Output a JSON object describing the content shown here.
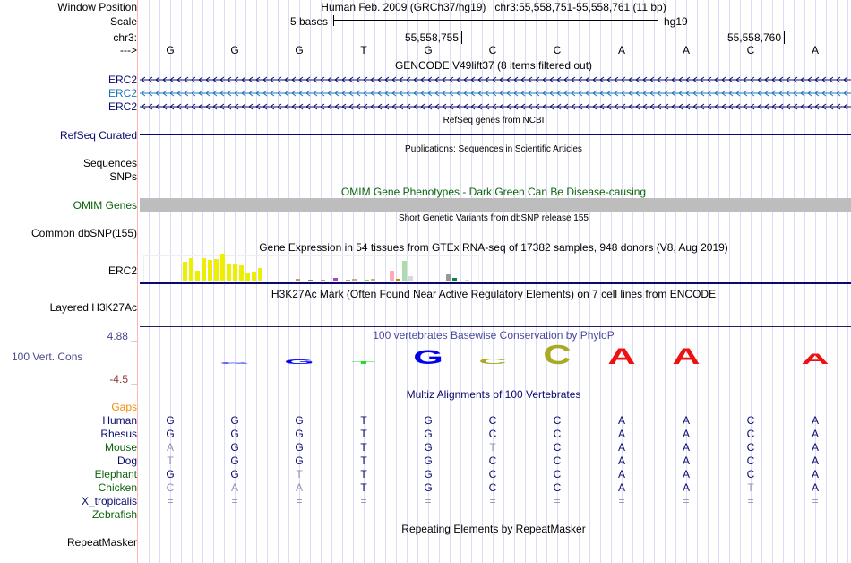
{
  "header": {
    "window_position_label": "Window Position",
    "assembly": "Human Feb. 2009 (GRCh37/hg19)",
    "position": "chr3:55,558,751-55,558,761 (11 bp)",
    "scale_label": "Scale",
    "scale_text": "5 bases",
    "scale_db": "hg19",
    "chrom_label": "chr3:",
    "strand_label": "--->",
    "coord_ticks": [
      "55,558,755",
      "55,558,760"
    ],
    "bases": [
      "G",
      "G",
      "G",
      "T",
      "G",
      "C",
      "C",
      "A",
      "A",
      "C",
      "A"
    ]
  },
  "gencode": {
    "title": "GENCODE V49lift37 (8 items filtered out)",
    "rows": [
      {
        "label": "ERC2",
        "color": "#0a0a6e"
      },
      {
        "label": "ERC2",
        "color": "#1b75bb"
      },
      {
        "label": "ERC2",
        "color": "#0a0a6e"
      }
    ]
  },
  "refseq": {
    "title": "RefSeq genes from NCBI",
    "label": "RefSeq Curated"
  },
  "publications": {
    "title": "Publications: Sequences in Scientific Articles",
    "labels": [
      "Sequences",
      "SNPs"
    ]
  },
  "omim": {
    "title": "OMIM Gene Phenotypes - Dark Green Can Be Disease-causing",
    "label": "OMIM Genes"
  },
  "dbsnp": {
    "title": "Short Genetic Variants from dbSNP release 155",
    "label": "Common dbSNP(155)"
  },
  "gtex": {
    "title": "Gene Expression in 54 tissues from GTEx RNA-seq of 17382 samples, 948 donors (V8, Aug 2019)",
    "label": "ERC2",
    "values": [
      0.7,
      1.3,
      0,
      0,
      0.7,
      0,
      21.7,
      25.7,
      11.7,
      25.7,
      23.7,
      24.7,
      30.7,
      19,
      20,
      18,
      10.3,
      11.3,
      14.7,
      1,
      0,
      0,
      0,
      1,
      2.7,
      1.3,
      1.7,
      0,
      2.3,
      1,
      4.3,
      0,
      1.7,
      3.3,
      0,
      1.7,
      3.3,
      0,
      1.3,
      11.7,
      2.7,
      23.3,
      5.7,
      0,
      0,
      0,
      0,
      1,
      8.3,
      4,
      1,
      1.7,
      0,
      0
    ],
    "colors": [
      "#ff9900",
      "#669966",
      "#ccc",
      "#ccc",
      "#ff0000",
      "#ccc",
      "#eeee00",
      "#eeee00",
      "#eeee00",
      "#eeee00",
      "#eeee00",
      "#eeee00",
      "#eeee00",
      "#eeee00",
      "#eeee00",
      "#eeee00",
      "#eeee00",
      "#eeee00",
      "#eeee00",
      "#00cccc",
      "#ccc",
      "#ccc",
      "#ccc",
      "#ffcccc",
      "#cc9966",
      "#ddbb99",
      "#997766",
      "#ccc",
      "#cc9966",
      "#ffcccc",
      "#aa44cc",
      "#ccc",
      "#cc9966",
      "#ccaa88",
      "#ccc",
      "#99cc33",
      "#ccaa88",
      "#ccc",
      "#ffcc00",
      "#ffaabb",
      "#cc8800",
      "#aaddaa",
      "#d8d8d8",
      "#ccc",
      "#ccc",
      "#ccc",
      "#ccc",
      "#ffcc99",
      "#999999",
      "#008844",
      "#ffcccc",
      "#ffcccc",
      "#ccc",
      "#ccc"
    ]
  },
  "h3k27ac": {
    "title": "H3K27Ac Mark (Often Found Near Active Regulatory Elements) on 7 cell lines from ENCODE",
    "label": "Layered H3K27Ac"
  },
  "cons": {
    "title": "100 vertebrates Basewise Conservation by PhyloP",
    "label": "100 Vert. Cons",
    "max": "4.88 _",
    "min": "-4.5 _",
    "logo": [
      {
        "ch": "",
        "h": 0,
        "color": "#3333ee"
      },
      {
        "ch": "=",
        "h": 2,
        "color": "#3344ee"
      },
      {
        "ch": "G",
        "h": 5,
        "color": "#0000ee"
      },
      {
        "ch": "T",
        "h": 3,
        "color": "#22dd22"
      },
      {
        "ch": "G",
        "h": 16,
        "color": "#0000ee"
      },
      {
        "ch": "C",
        "h": 6,
        "color": "#aaaa22"
      },
      {
        "ch": "C",
        "h": 22,
        "color": "#aaaa22"
      },
      {
        "ch": "A",
        "h": 18,
        "color": "#ee1111"
      },
      {
        "ch": "A",
        "h": 18,
        "color": "#ee1111"
      },
      {
        "ch": "",
        "h": 0,
        "color": "#ee1111"
      },
      {
        "ch": "A",
        "h": 12,
        "color": "#ee1111"
      }
    ]
  },
  "multiz": {
    "title": "Multiz Alignments of 100 Vertebrates",
    "gaps_label": "Gaps",
    "species": [
      {
        "name": "Human",
        "color": "#0a0a6e",
        "bases": [
          "G",
          "G",
          "G",
          "T",
          "G",
          "C",
          "C",
          "A",
          "A",
          "C",
          "A"
        ],
        "mismatch": []
      },
      {
        "name": "Rhesus",
        "color": "#0a0a6e",
        "bases": [
          "G",
          "G",
          "G",
          "T",
          "G",
          "C",
          "C",
          "A",
          "A",
          "C",
          "A"
        ],
        "mismatch": []
      },
      {
        "name": "Mouse",
        "color": "#0a640a",
        "bases": [
          "A",
          "G",
          "G",
          "T",
          "G",
          "T",
          "C",
          "A",
          "A",
          "C",
          "A"
        ],
        "mismatch": [
          0,
          5
        ]
      },
      {
        "name": "Dog",
        "color": "#0a0a6e",
        "bases": [
          "T",
          "G",
          "G",
          "T",
          "G",
          "C",
          "C",
          "A",
          "A",
          "C",
          "A"
        ],
        "mismatch": [
          0
        ]
      },
      {
        "name": "Elephant",
        "color": "#0a640a",
        "bases": [
          "G",
          "G",
          "T",
          "T",
          "G",
          "C",
          "C",
          "A",
          "A",
          "C",
          "A"
        ],
        "mismatch": [
          2
        ]
      },
      {
        "name": "Chicken",
        "color": "#0a640a",
        "bases": [
          "C",
          "A",
          "A",
          "T",
          "G",
          "C",
          "C",
          "A",
          "A",
          "T",
          "A"
        ],
        "mismatch": [
          0,
          1,
          2,
          9
        ]
      },
      {
        "name": "X_tropicalis",
        "color": "#0a0a6e",
        "bases": [
          "=",
          "=",
          "=",
          "=",
          "=",
          "=",
          "=",
          "=",
          "=",
          "=",
          "="
        ],
        "mismatch": [
          0,
          1,
          2,
          3,
          4,
          5,
          6,
          7,
          8,
          9,
          10
        ]
      },
      {
        "name": "Zebrafish",
        "color": "#0a640a",
        "bases": [],
        "mismatch": []
      }
    ]
  },
  "repeatmasker": {
    "title": "Repeating Elements by RepeatMasker",
    "label": "RepeatMasker"
  }
}
